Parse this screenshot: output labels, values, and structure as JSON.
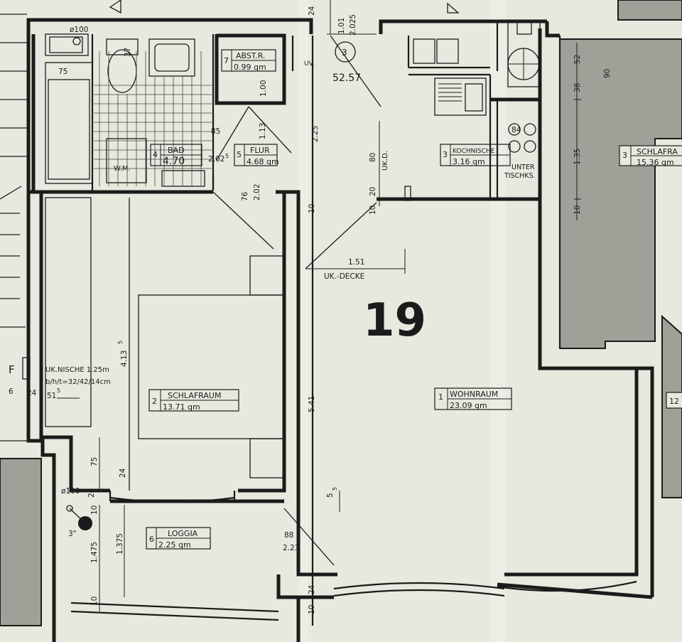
{
  "apartment": {
    "number": "19",
    "circle_number": "3",
    "circle_area": "52.57"
  },
  "rooms": [
    {
      "id": "wohnraum",
      "num": "1",
      "name": "WOHNRAUM",
      "area": "23.09 qm"
    },
    {
      "id": "schlafraum",
      "num": "2",
      "name": "SCHLAFRAUM",
      "area": "13.71 qm"
    },
    {
      "id": "kochnische",
      "num": "3",
      "name": "KOCHNISCHE",
      "area": "3.16 qm"
    },
    {
      "id": "bad",
      "num": "4",
      "name": "BAD",
      "area": "4.70"
    },
    {
      "id": "flur",
      "num": "5",
      "name": "FLUR",
      "area": "4.68 qm"
    },
    {
      "id": "loggia",
      "num": "6",
      "name": "LOGGIA",
      "area": "2.25 qm"
    },
    {
      "id": "abstr",
      "num": "7",
      "name": "ABST.R.",
      "area": "0.99 qm"
    },
    {
      "id": "neighbor_schlafraum",
      "num": "3",
      "name": "SCHLAFRA",
      "area": "15.36 qm"
    }
  ],
  "labels": {
    "wm": "W.M.",
    "uv": "UV.",
    "uk_nische": "UK.NISCHE 1.25m",
    "nische_dims": "b/h/t=32/42/14cm",
    "uk_decke": "UK.-DECKE",
    "ukd": "UK.D.",
    "unter": "UNTER",
    "tischks": "TISCHKS.",
    "f": "F",
    "neighbor_num": "12",
    "pipe_top": "ø100",
    "pipe_bottom": "ø100",
    "drain": "3\""
  },
  "dimensions": {
    "d75_top": "75",
    "d37": "37",
    "d100": "1.00",
    "d113": "1.13",
    "d85": "85",
    "d202_bad": "2.02",
    "d5_bad": "5",
    "d76": "76",
    "d202_flur": "2.02",
    "d225": "2.25",
    "d101": "1.01",
    "d2025": "2.025",
    "d24_top": "24",
    "d80": "80",
    "d20": "20",
    "d10_k": "10",
    "d10_k2": "10",
    "d84": "84",
    "d52": "52",
    "d38": "38",
    "d90": "90",
    "d135": "1.35",
    "d10_r": "10",
    "d151": "1.51",
    "d4135": "4.13",
    "d4135b": "5",
    "d541": "5.41",
    "d6": "6",
    "d24_left": "24",
    "d515": "51",
    "d515b": "5",
    "d75_left": "75",
    "d24_mid": "24",
    "d24_mid2": "24",
    "d10_l": "10",
    "d1475": "1.475",
    "d1375": "1.375",
    "d10_lb": "10",
    "d885": "88",
    "d885b": "5",
    "d223": "2.23",
    "d55": "5",
    "d55b": "5",
    "d24_bot": "24",
    "d10_bot": "10"
  }
}
